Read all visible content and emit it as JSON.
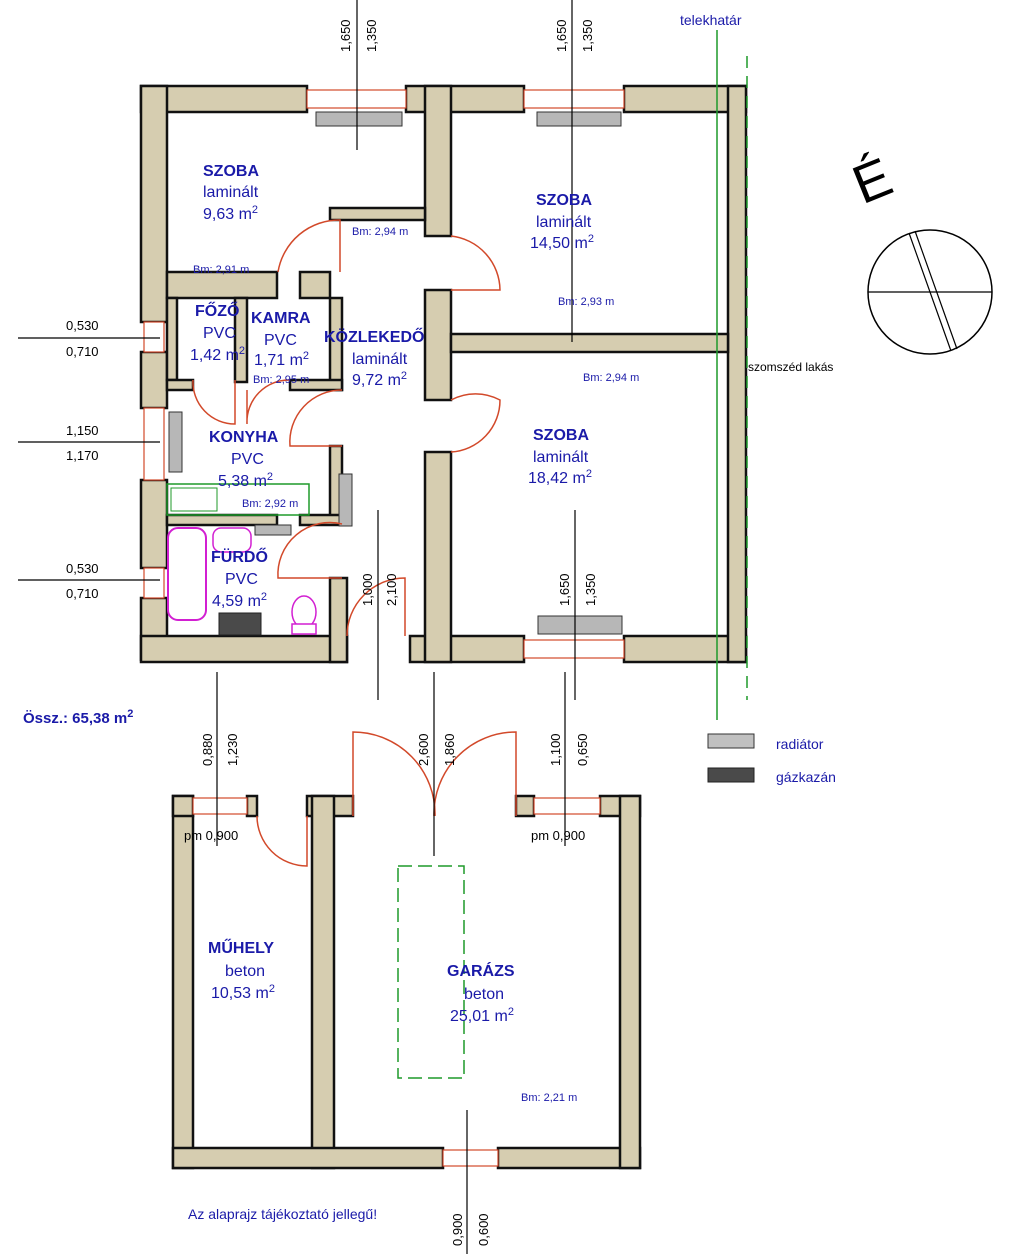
{
  "rooms": [
    {
      "id": "szoba1",
      "name": "SZOBA",
      "floor": "laminált",
      "area": "9,63 m",
      "bm": "Bm: 2,91 m"
    },
    {
      "id": "szoba2",
      "name": "SZOBA",
      "floor": "laminált",
      "area": "14,50 m",
      "bm": "Bm: 2,93 m"
    },
    {
      "id": "szoba3",
      "name": "SZOBA",
      "floor": "laminált",
      "area": "18,42 m",
      "bm": "Bm: 2,94 m"
    },
    {
      "id": "fozo",
      "name": "FŐZŐ",
      "floor": "PVC",
      "area": "1,42 m"
    },
    {
      "id": "kamra",
      "name": "KAMRA",
      "floor": "PVC",
      "area": "1,71 m",
      "bm": "Bm: 2,95 m"
    },
    {
      "id": "kozlekedo",
      "name": "KÖZLEKEDŐ",
      "floor": "laminált",
      "area": "9,72 m",
      "bm": "Bm: 2,94 m"
    },
    {
      "id": "konyha",
      "name": "KONYHA",
      "floor": "PVC",
      "area": "5,38 m",
      "bm": "Bm: 2,92 m"
    },
    {
      "id": "furdo",
      "name": "FÜRDŐ",
      "floor": "PVC",
      "area": "4,59 m"
    },
    {
      "id": "muhely",
      "name": "MŰHELY",
      "floor": "beton",
      "area": "10,53 m"
    },
    {
      "id": "garazs",
      "name": "GARÁZS",
      "floor": "beton",
      "area": "25,01 m",
      "bm": "Bm: 2,21 m"
    }
  ],
  "area_sup": "2",
  "dimensions": {
    "win_top1": [
      "1,650",
      "1,350"
    ],
    "win_top2": [
      "1,650",
      "1,350"
    ],
    "win_left1": [
      "0,530",
      "0,710"
    ],
    "win_left2": [
      "1,150",
      "1,170"
    ],
    "win_left3": [
      "0,530",
      "0,710"
    ],
    "win_szoba3": [
      "1,650",
      "1,350"
    ],
    "door_main": [
      "1,000",
      "2,100"
    ],
    "win_muhely": [
      "0,880",
      "1,230"
    ],
    "door_garage": [
      "2,600",
      "1,860"
    ],
    "win_garage": [
      "1,100",
      "0,650"
    ],
    "win_bottom": [
      "0,900",
      "0,600"
    ],
    "pm1": "pm 0,900",
    "pm2": "pm 0,900"
  },
  "labels": {
    "boundary": "telekhatár",
    "neighbour": "szomszéd lakás",
    "north": "É",
    "total": "Össz.: 65,38 m",
    "disclaimer": "Az alaprajz tájékoztató jellegű!"
  },
  "legend": [
    {
      "label": "radiátor",
      "color": "#c0c0c0"
    },
    {
      "label": "gázkazán",
      "color": "#4a4a4a"
    }
  ],
  "colors": {
    "wall": "#d6cdb0",
    "text": "#1a1aa8",
    "door": "#d2492a",
    "boundary": "#1f9a2a"
  }
}
